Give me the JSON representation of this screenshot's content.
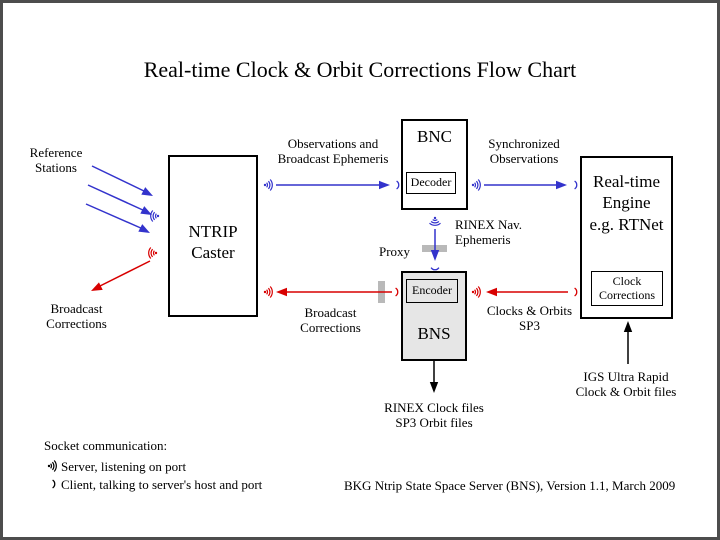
{
  "title": "Real-time Clock & Orbit Corrections Flow Chart",
  "nodes": {
    "ntrip": {
      "line1": "NTRIP",
      "line2": "Caster"
    },
    "bnc": {
      "label": "BNC",
      "decoder": "Decoder"
    },
    "bns": {
      "label": "BNS",
      "encoder": "Encoder"
    },
    "engine": {
      "line1": "Real-time",
      "line2": "Engine",
      "line3": "e.g. RTNet",
      "clock1": "Clock",
      "clock2": "Corrections"
    }
  },
  "labels": {
    "reference_stations": {
      "line1": "Reference",
      "line2": "Stations"
    },
    "observations": {
      "line1": "Observations and",
      "line2": "Broadcast Ephemeris"
    },
    "synchronized": {
      "line1": "Synchronized",
      "line2": "Observations"
    },
    "rinex_nav": {
      "line1": "RINEX Nav.",
      "line2": "Ephemeris"
    },
    "proxy": "Proxy",
    "broadcast_corrections_left": {
      "line1": "Broadcast",
      "line2": "Corrections"
    },
    "broadcast_corrections_mid": {
      "line1": "Broadcast",
      "line2": "Corrections"
    },
    "clocks_orbits": {
      "line1": "Clocks & Orbits",
      "line2": "SP3"
    },
    "rinex_clock_files": {
      "line1": "RINEX Clock files",
      "line2": "SP3 Orbit files"
    },
    "igs_ultra_rapid": {
      "line1": "IGS Ultra Rapid",
      "line2": "Clock & Orbit files"
    }
  },
  "legend": {
    "heading": "Socket communication:",
    "server": "Server, listening on port",
    "client": "Client, talking to server's host and port"
  },
  "footer": "BKG Ntrip State Space Server (BNS), Version 1.1, March 2009",
  "icons": {
    "server_socket": ")))",
    "client_socket": ")",
    "proxy_bar": "▮"
  },
  "colors": {
    "arrow_blue": "#3333cc",
    "arrow_red": "#d80000",
    "arrow_black": "#000000",
    "box_fill_gray": "#e6e6e6",
    "proxy_bar_gray": "#b9b9b9",
    "frame_gray": "#4d4d4d"
  }
}
